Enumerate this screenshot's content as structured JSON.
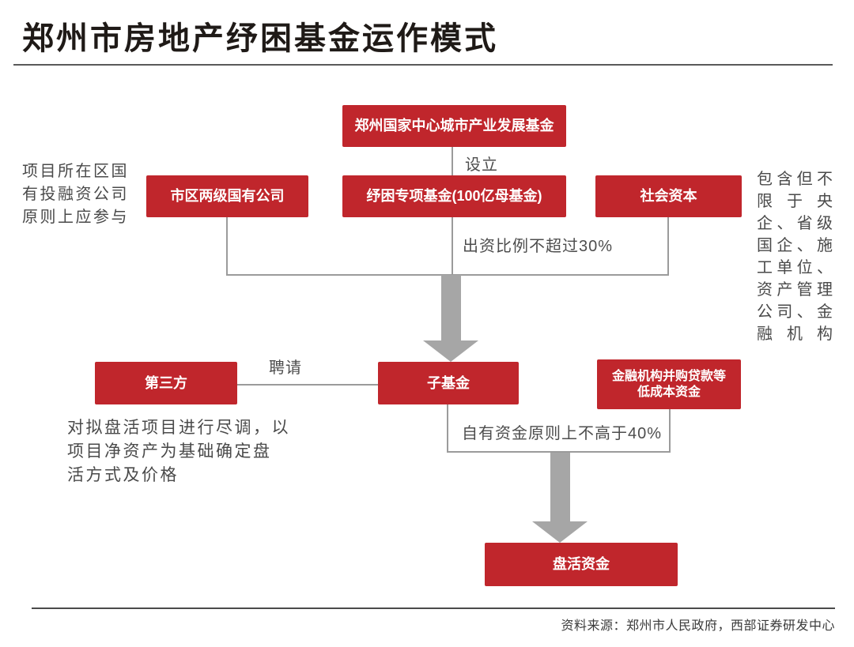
{
  "title": "郑州市房地产纾困基金运作模式",
  "colors": {
    "node_red": "#c0262c",
    "line_gray": "#9b9b9b",
    "arrow_gray": "#a6a6a6",
    "text_dark": "#4a4a4a"
  },
  "nodes": {
    "parent_fund": "郑州国家中心城市产业发展基金",
    "city_soe": "市区两级国有公司",
    "relief_fund": "纾困专项基金(100亿母基金)",
    "social_capital": "社会资本",
    "third_party": "第三方",
    "sub_fund": "子基金",
    "financial_line1": "金融机构并购贷款等",
    "financial_line2": "低成本资金",
    "revitalize_fund": "盘活资金"
  },
  "labels": {
    "establish": "设立",
    "contribution_cap": "出资比例不超过30%",
    "hire": "聘请",
    "own_funds_cap": "自有资金原则上不高于40%"
  },
  "annotations": {
    "left_top": "项目所在区国\n有投融资公司\n原则上应参与",
    "right": "包含但不\n限于央\n企、省级\n国企、施\n工单位、\n资产管理\n公司、金\n融机构",
    "left_bottom": "对拟盘活项目进行尽调，以\n项目净资产为基础确定盘\n活方式及价格"
  },
  "footer": {
    "source": "资料来源：郑州市人民政府，西部证券研发中心"
  }
}
